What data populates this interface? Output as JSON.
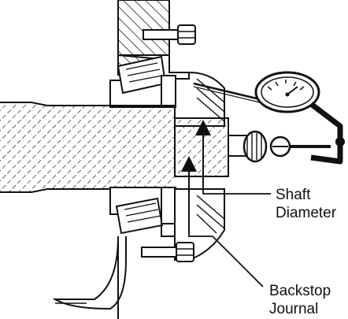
{
  "labels": {
    "shaft_diameter": {
      "line1": "Shaft",
      "line2": "Diameter"
    },
    "backstop_journal": {
      "line1": "Backstop",
      "line2": "Journal"
    }
  },
  "colors": {
    "line": "#111111",
    "background": "#ffffff"
  }
}
